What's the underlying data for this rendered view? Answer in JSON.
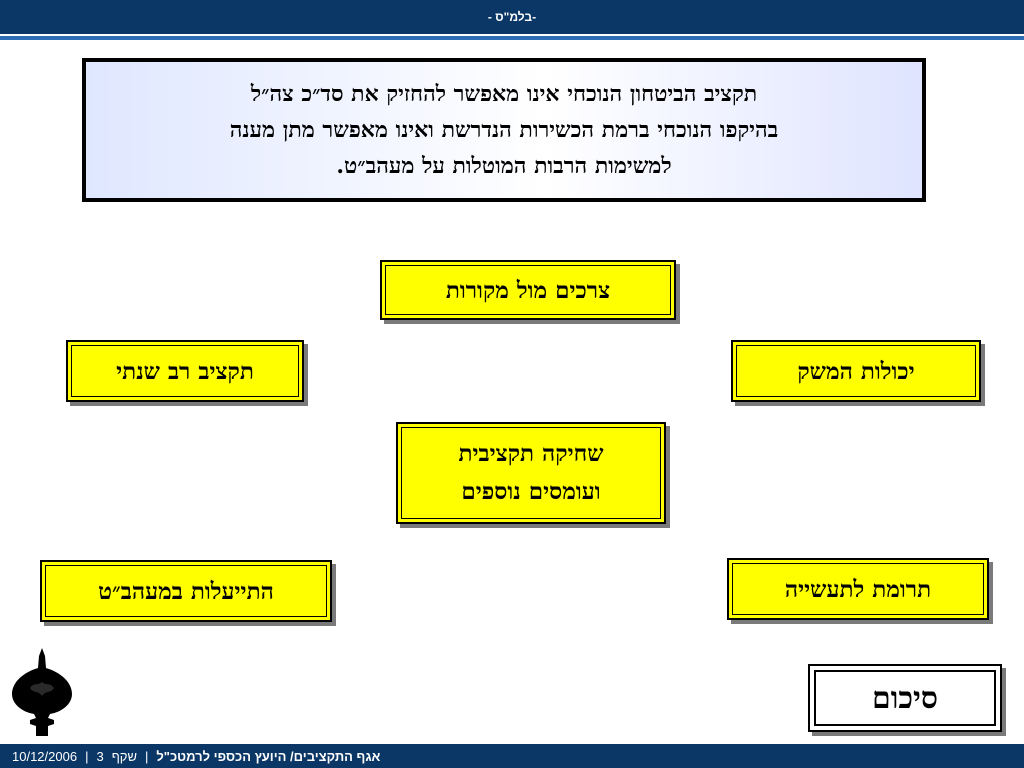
{
  "header": {
    "title": "- בלמ\"ס-"
  },
  "intro": {
    "line1": "תקציב הביטחון הנוכחי אינו מאפשר להחזיק את סד״כ צה״ל",
    "line2": "בהיקפו הנוכחי ברמת הכשירות  הנדרשת ואינו מאפשר מתן מענה",
    "line3": "למשימות הרבות המוטלות על מעהב״ט."
  },
  "boxes": {
    "needs_vs_sources": "צרכים מול מקורות",
    "multi_year_budget": "תקציב רב שנתי",
    "economy_capability": "יכולות המשק",
    "budget_erosion_line1": "שחיקה תקציבית",
    "budget_erosion_line2": "ועומסים נוספים",
    "mod_efficiency": "התייעלות במעהב״ט",
    "industry_contribution": "תרומת לתעשייה"
  },
  "summary": {
    "label": "סיכום"
  },
  "footer": {
    "date": "10/12/2006",
    "slide_label": "שקף",
    "slide_number": "3",
    "organization": "אגף התקציבים/ היועץ הכספי לרמטכ\"ל"
  },
  "colors": {
    "bar": "#0b3766",
    "accent_line": "#2c6db6",
    "box_fill": "#ffff00"
  }
}
